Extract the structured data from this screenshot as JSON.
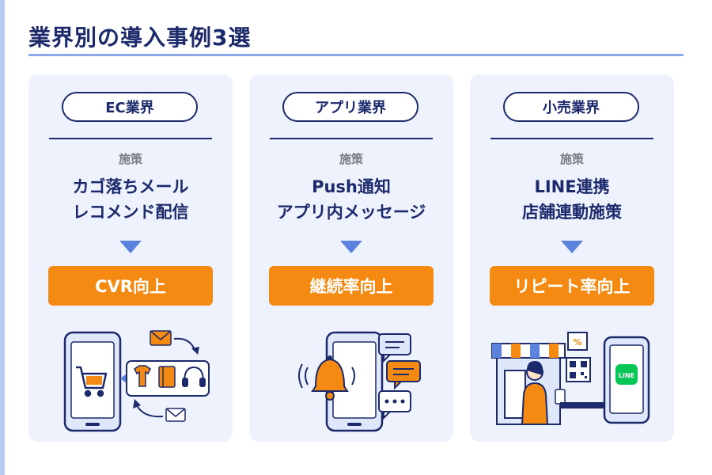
{
  "title": "業界別の導入事例3選",
  "measure_label": "施策",
  "cards": [
    {
      "category": "EC業界",
      "measure_lines": [
        "カゴ落ちメール",
        "レコメンド配信"
      ],
      "result": "CVR向上"
    },
    {
      "category": "アプリ業界",
      "measure_lines": [
        "Push通知",
        "アプリ内メッセージ"
      ],
      "result": "継続率向上"
    },
    {
      "category": "小売業界",
      "measure_lines": [
        "LINE連携",
        "店舗連動施策"
      ],
      "result": "リピート率向上"
    }
  ],
  "line_logo_text": "LINE",
  "colors": {
    "navy": "#1c2a6b",
    "accent_blue": "#5b83de",
    "orange": "#f58a12",
    "card_bg": "#eef2fd"
  }
}
